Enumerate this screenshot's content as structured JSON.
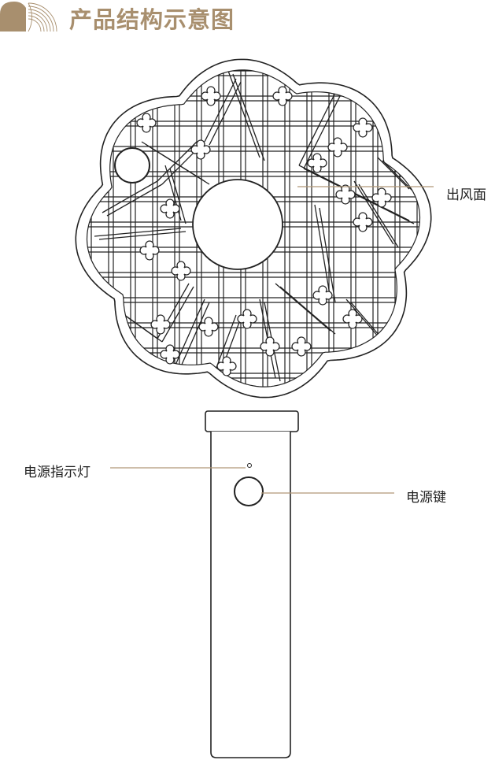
{
  "header": {
    "title": "产品结构示意图",
    "accent": "#a88f6e"
  },
  "callouts": {
    "air_outlet": "出风面",
    "power_indicator": "电源指示灯",
    "power_button": "电源键",
    "line_color": "#b09878"
  }
}
